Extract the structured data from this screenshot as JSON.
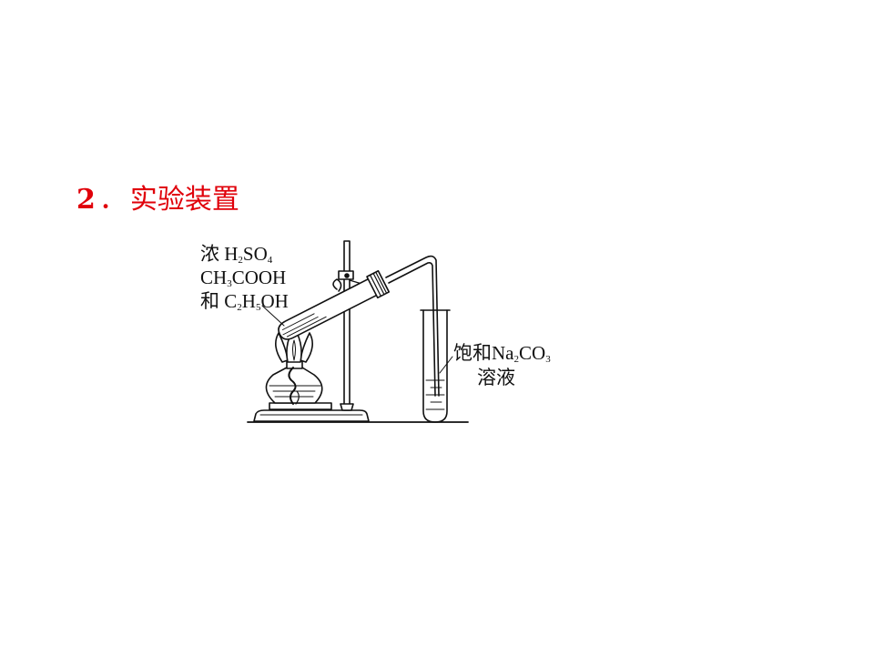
{
  "heading": {
    "number": "2",
    "separator": "．",
    "text": "实验装置"
  },
  "reagents": {
    "line1": {
      "prefix": "浓 ",
      "h": "H",
      "h_sub": "2",
      "so": "SO",
      "so_sub": "4"
    },
    "line2": {
      "a": "CH",
      "a_sub": "3",
      "b": "COOH"
    },
    "line3": {
      "prefix": "和 ",
      "c": "C",
      "c_sub": "2",
      "h": "H",
      "h_sub": "5",
      "oh": "OH"
    }
  },
  "receiver": {
    "line1": {
      "prefix": "饱和",
      "na": "Na",
      "na_sub": "2",
      "co": "CO",
      "co_sub": "3"
    },
    "line2": "溶液"
  }
}
